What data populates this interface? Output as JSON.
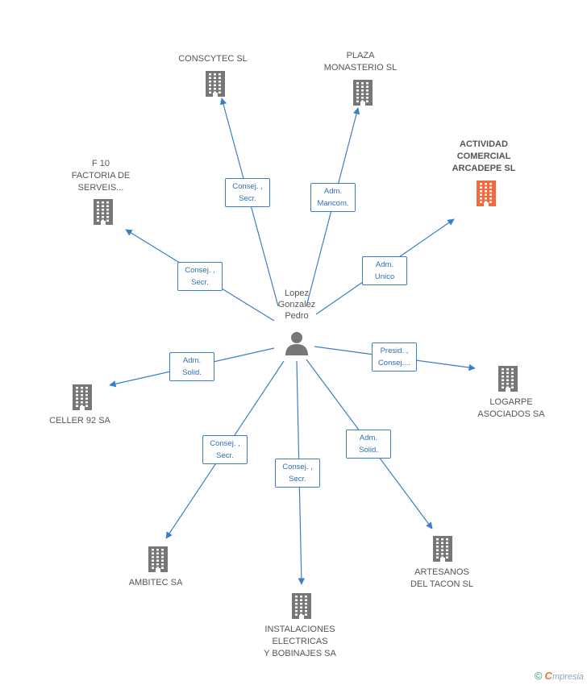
{
  "center": {
    "label": "Lopez\nGonzalez\nPedro",
    "icon": "person-icon"
  },
  "colors": {
    "edge": "#3b7ec8",
    "building": "#777777",
    "highlight": "#f06a3c"
  },
  "nodes": [
    {
      "id": "conscytec",
      "label": "CONSCYTEC SL",
      "highlight": false
    },
    {
      "id": "plaza",
      "label": "PLAZA\nMONASTERIO SL",
      "highlight": false
    },
    {
      "id": "actividad",
      "label": "ACTIVIDAD\nCOMERCIAL\nARCADEPE SL",
      "highlight": true
    },
    {
      "id": "f10",
      "label": "F 10\nFACTORIA DE\nSERVEIS...",
      "highlight": false
    },
    {
      "id": "celler",
      "label": "CELLER 92 SA",
      "highlight": false
    },
    {
      "id": "logarpe",
      "label": "LOGARPE\nASOCIADOS SA",
      "highlight": false
    },
    {
      "id": "ambitec",
      "label": "AMBITEC SA",
      "highlight": false
    },
    {
      "id": "instalaciones",
      "label": "INSTALACIONES\nELECTRICAS\nY BOBINAJES SA",
      "highlight": false
    },
    {
      "id": "artesanos",
      "label": "ARTESANOS\nDEL TACON SL",
      "highlight": false
    }
  ],
  "relations": [
    {
      "to": "conscytec",
      "label": "Consej. ,\nSecr."
    },
    {
      "to": "plaza",
      "label": "Adm.\nMancom."
    },
    {
      "to": "actividad",
      "label": "Adm.\nUnico"
    },
    {
      "to": "f10",
      "label": "Consej. ,\nSecr."
    },
    {
      "to": "celler",
      "label": "Adm.\nSolid."
    },
    {
      "to": "logarpe",
      "label": "Presid. ,\nConsej...."
    },
    {
      "to": "ambitec",
      "label": "Consej. ,\nSecr."
    },
    {
      "to": "instalaciones",
      "label": "Consej. ,\nSecr."
    },
    {
      "to": "artesanos",
      "label": "Adm.\nSolid."
    }
  ],
  "footer": {
    "copyright": "©",
    "brand_initial": "C",
    "brand_rest": "mpresia"
  }
}
